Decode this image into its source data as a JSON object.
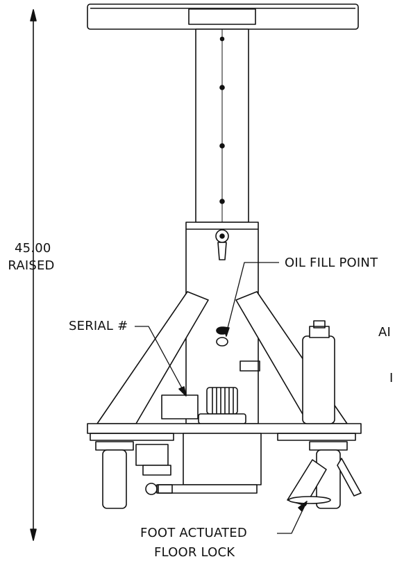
{
  "dimension": {
    "value": "45.00",
    "qualifier": "RAISED"
  },
  "callouts": {
    "oil_fill": "OIL FILL POINT",
    "serial": "SERIAL #",
    "floor_lock_line1": "FOOT ACTUATED",
    "floor_lock_line2": "FLOOR LOCK",
    "right_edge_fragment_1": "AI",
    "right_edge_fragment_2": "I"
  },
  "colors": {
    "line": "#111111",
    "paper": "#ffffff"
  }
}
